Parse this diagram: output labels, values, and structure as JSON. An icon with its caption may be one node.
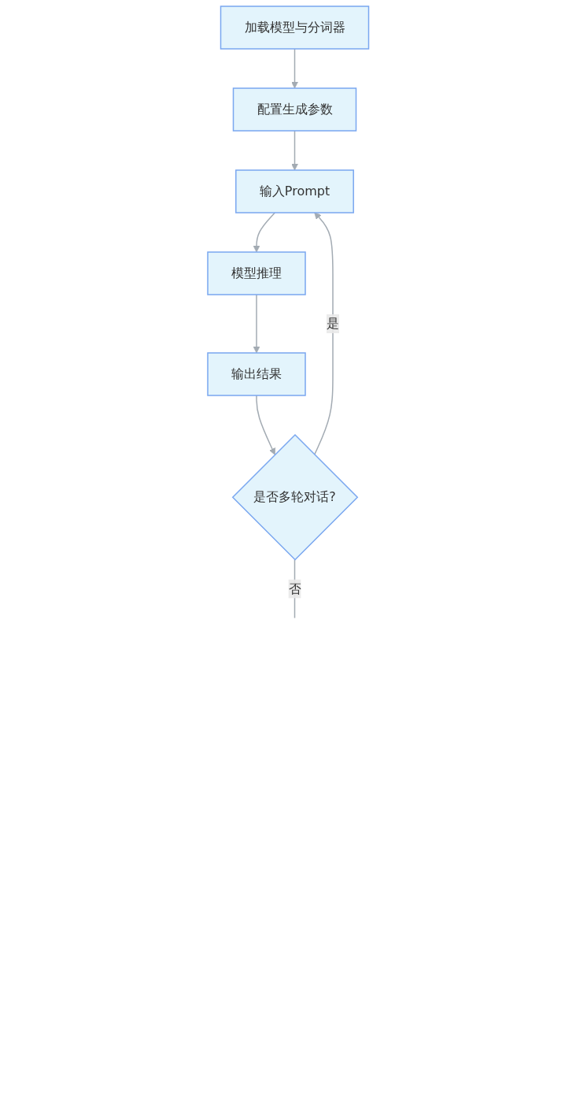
{
  "diagram": {
    "nodes": [
      {
        "text": [
          "加载模型与分词器"
        ]
      },
      {
        "text": [
          "配置生成参数"
        ]
      },
      {
        "text": [
          "输入Prompt"
        ]
      },
      {
        "text": [
          "模型推理"
        ]
      },
      {
        "text": [
          "输出结果"
        ]
      },
      {
        "text": [
          "是否多轮对话?"
        ]
      }
    ],
    "edges": [
      {
        "from": 0,
        "to": 1,
        "arrow": "to"
      },
      {
        "from": 1,
        "to": 2,
        "arrow": "to"
      },
      {
        "from": 2,
        "to": 3,
        "arrow": "to"
      },
      {
        "from": 3,
        "to": 4,
        "arrow": "to"
      },
      {
        "from": 4,
        "to": 5,
        "arrow": "to"
      },
      {
        "from": 5,
        "to": 2,
        "arrow": "to",
        "label": "是"
      },
      {
        "from": 5,
        "to": null,
        "arrow": "none",
        "label": "否"
      }
    ]
  }
}
